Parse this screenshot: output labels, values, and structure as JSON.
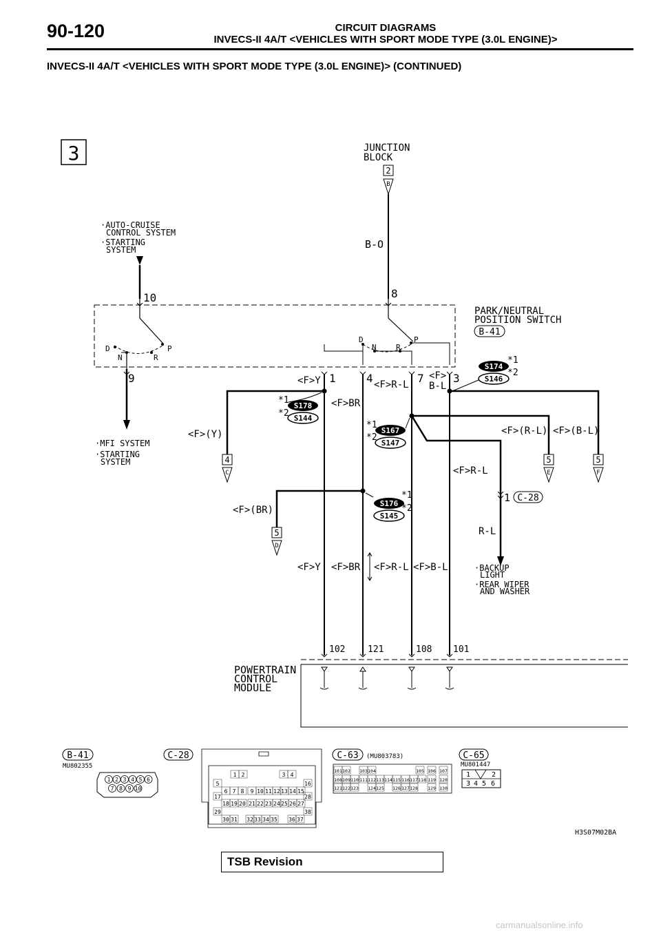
{
  "header": {
    "page_number": "90-120",
    "title_line1": "CIRCUIT DIAGRAMS",
    "title_line2": "INVECS-II 4A/T <VEHICLES WITH SPORT MODE TYPE (3.0L ENGINE)>",
    "subtitle": "INVECS-II 4A/T <VEHICLES WITH SPORT MODE TYPE (3.0L ENGINE)> (CONTINUED)"
  },
  "diagram": {
    "section_number": "3",
    "junction_block": {
      "label1": "JUNCTION",
      "label2": "BLOCK",
      "connector": "2",
      "pin": "B",
      "wire": "B-O"
    },
    "inputs": {
      "line1": "·AUTO-CRUISE",
      "line2": "CONTROL SYSTEM",
      "line3": "·STARTING",
      "line4": "SYSTEM"
    },
    "outputs": {
      "line1": "·MFI SYSTEM",
      "line2": "·STARTING",
      "line3": "SYSTEM"
    },
    "switch": {
      "label1": "PARK/NEUTRAL",
      "label2": "POSITION SWITCH",
      "connector": "B-41",
      "pin_top_left": "10",
      "pin_top_right": "8",
      "pin_bottom_left": "9",
      "pins": [
        "1",
        "4",
        "7",
        "3"
      ],
      "positions": [
        "D",
        "N",
        "R",
        "P"
      ]
    },
    "wires": {
      "y": "<F>Y",
      "br": "<F>BR",
      "rl": "<F>R-L",
      "f": "<F>",
      "bl": "B-L",
      "f_y": "<F>(Y)",
      "f_br": "<F>(BR)",
      "f_rl": "<F>(R-L)",
      "f_bl": "<F>(B-L)",
      "f_rl2": "<F>R-L",
      "rl_plain": "R-L",
      "bottom_bl": "<F>B-L"
    },
    "splices": {
      "s178": "S178",
      "s144": "S144",
      "s167": "S167",
      "s147": "S147",
      "s176": "S176",
      "s145": "S145",
      "s174": "S174",
      "s146": "S146",
      "note1": "*1",
      "note2": "*2"
    },
    "cutoffs": {
      "c4": "4",
      "c4pin": "C",
      "c5d": "5",
      "c5dpin": "D",
      "c5e": "5",
      "c5epin": "E",
      "c5f": "5",
      "c5fpin": "F"
    },
    "c28": {
      "pin": "1",
      "connector": "C-28"
    },
    "backup": {
      "line1": "·BACKUP",
      "line2": "LIGHT",
      "line3": "·REAR WIPER",
      "line4": "AND WASHER"
    },
    "pcm": {
      "label1": "POWERTRAIN",
      "label2": "CONTROL",
      "label3": "MODULE",
      "pins": [
        "102",
        "121",
        "108",
        "101"
      ]
    },
    "connectors": {
      "b41": "B-41",
      "b41_part": "MU802355",
      "b41_pins": [
        "1",
        "2",
        "3",
        "4",
        "5",
        "6",
        "7",
        "8",
        "9",
        "10"
      ],
      "c28": "C-28",
      "c28_rows": [
        [
          "1",
          "2",
          "3",
          "4"
        ],
        [
          "5",
          "16"
        ],
        [
          "6",
          "7",
          "8",
          "9",
          "10",
          "11",
          "12",
          "13",
          "14",
          "15"
        ],
        [
          "17",
          "28"
        ],
        [
          "18",
          "19",
          "20",
          "21",
          "22",
          "23",
          "24",
          "25",
          "26",
          "27"
        ],
        [
          "29",
          "38"
        ],
        [
          "30",
          "31",
          "32",
          "33",
          "34",
          "35",
          "36",
          "37"
        ]
      ],
      "c63": "C-63",
      "c63_part": "(MU803783)",
      "c63_rows": [
        [
          "101",
          "102",
          "103",
          "104",
          "105",
          "106",
          "107"
        ],
        [
          "108",
          "109",
          "110",
          "111",
          "112",
          "113",
          "114",
          "115",
          "116",
          "117",
          "118",
          "119",
          "120"
        ],
        [
          "121",
          "122",
          "123",
          "124",
          "125",
          "126",
          "127",
          "128",
          "129",
          "130"
        ]
      ],
      "c65": "C-65",
      "c65_part": "MU801447",
      "c65_pins": [
        "1",
        "2",
        "3",
        "4",
        "5",
        "6"
      ]
    },
    "figure_code": "H3S07M02BA"
  },
  "footer": {
    "tsb": "TSB Revision",
    "watermark": "carmanualsonline.info"
  }
}
